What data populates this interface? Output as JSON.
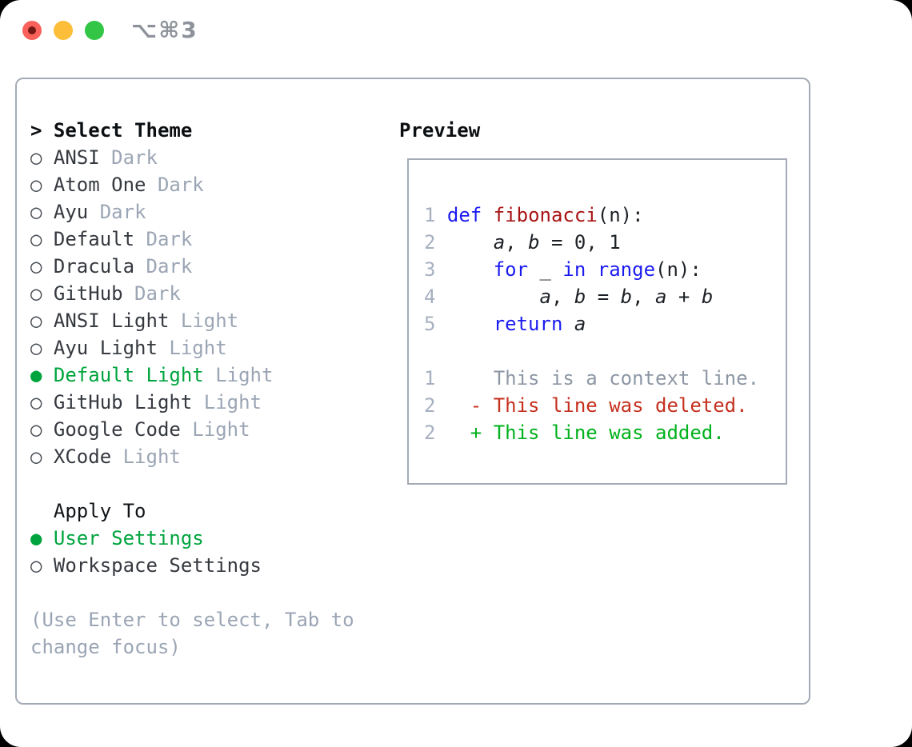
{
  "window": {
    "title": "⌥⌘3"
  },
  "icons": {
    "radio_on": "●",
    "radio_off": "○",
    "header_prefix": ">",
    "deleted_marker": "-",
    "added_marker": "+"
  },
  "colors": {
    "traffic-red": "#f9615a",
    "traffic-red-dot": "#731812",
    "traffic-yellow": "#fcbd38",
    "traffic-green": "#32c546",
    "title-gray": "#8e939b",
    "border-gray": "#a4abb6",
    "ink-strong": "#0c0f12",
    "ink": "#35393f",
    "muted": "#9ba5b4",
    "lineno": "#a6b0c0",
    "context-gray": "#8d97a4",
    "ui-green": "#00a43e",
    "diff-green": "#00b11c",
    "diff-red": "#c5301f",
    "keyword-blue": "#1b1bf0",
    "function-red": "#a81414",
    "code-ink": "#1d2126"
  },
  "theme_panel": {
    "header_label": "Select Theme",
    "themes": [
      {
        "name": "ANSI",
        "variant": "Dark",
        "selected": false
      },
      {
        "name": "Atom One",
        "variant": "Dark",
        "selected": false
      },
      {
        "name": "Ayu",
        "variant": "Dark",
        "selected": false
      },
      {
        "name": "Default",
        "variant": "Dark",
        "selected": false
      },
      {
        "name": "Dracula",
        "variant": "Dark",
        "selected": false
      },
      {
        "name": "GitHub",
        "variant": "Dark",
        "selected": false
      },
      {
        "name": "ANSI Light",
        "variant": "Light",
        "selected": false
      },
      {
        "name": "Ayu Light",
        "variant": "Light",
        "selected": false
      },
      {
        "name": "Default Light",
        "variant": "Light",
        "selected": true
      },
      {
        "name": "GitHub Light",
        "variant": "Light",
        "selected": false
      },
      {
        "name": "Google Code",
        "variant": "Light",
        "selected": false
      },
      {
        "name": "XCode",
        "variant": "Light",
        "selected": false
      }
    ],
    "apply_to_label": "Apply To",
    "apply_options": [
      {
        "label": "User Settings",
        "selected": true
      },
      {
        "label": "Workspace Settings",
        "selected": false
      }
    ],
    "hint": "(Use Enter to select, Tab to change focus)"
  },
  "preview": {
    "label": "Preview",
    "code_lines": [
      {
        "num": "1",
        "tokens": [
          [
            "def",
            "kw"
          ],
          [
            " "
          ],
          [
            "fibonacci",
            "fn"
          ],
          [
            "(n):"
          ]
        ]
      },
      {
        "num": "2",
        "tokens": [
          [
            "    "
          ],
          [
            "a",
            "var"
          ],
          [
            ", "
          ],
          [
            "b",
            "var"
          ],
          [
            " = 0, 1"
          ]
        ]
      },
      {
        "num": "3",
        "tokens": [
          [
            "    "
          ],
          [
            "for",
            "kw"
          ],
          [
            " _ "
          ],
          [
            "in",
            "kw"
          ],
          [
            " "
          ],
          [
            "range",
            "kw"
          ],
          [
            "(n):"
          ]
        ]
      },
      {
        "num": "4",
        "tokens": [
          [
            "        "
          ],
          [
            "a",
            "var"
          ],
          [
            ", "
          ],
          [
            "b",
            "var"
          ],
          [
            " = "
          ],
          [
            "b",
            "var"
          ],
          [
            ", "
          ],
          [
            "a",
            "var"
          ],
          [
            " + "
          ],
          [
            "b",
            "var"
          ]
        ]
      },
      {
        "num": "5",
        "tokens": [
          [
            "    "
          ],
          [
            "return",
            "kw"
          ],
          [
            " "
          ],
          [
            "a",
            "var"
          ]
        ]
      }
    ],
    "diff_lines": [
      {
        "num": "1",
        "marker": " ",
        "text": "This is a context line.",
        "kind": "context"
      },
      {
        "num": "2",
        "marker": "-",
        "text": "This line was deleted.",
        "kind": "deleted"
      },
      {
        "num": "2",
        "marker": "+",
        "text": "This line was added.",
        "kind": "added"
      }
    ]
  }
}
